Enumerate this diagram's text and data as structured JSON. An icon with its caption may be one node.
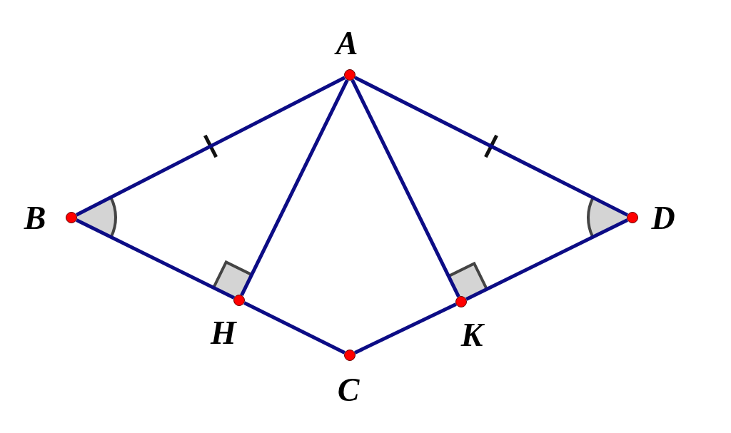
{
  "diagram": {
    "nodes": [
      {
        "text": [
          "A"
        ]
      },
      {
        "text": [
          "B"
        ]
      },
      {
        "text": [
          "D"
        ]
      },
      {
        "text": [
          "H"
        ]
      },
      {
        "text": [
          "K"
        ]
      },
      {
        "text": [
          "C"
        ]
      }
    ],
    "edges": [
      {
        "from": 0,
        "to": 1,
        "arrow": "none"
      },
      {
        "from": 0,
        "to": 3,
        "arrow": "none"
      },
      {
        "from": 0,
        "to": 4,
        "arrow": "none"
      },
      {
        "from": 0,
        "to": 2,
        "arrow": "none"
      },
      {
        "from": 1,
        "to": 3,
        "arrow": "none"
      },
      {
        "from": 3,
        "to": 5,
        "arrow": "none"
      },
      {
        "from": 5,
        "to": 4,
        "arrow": "none"
      },
      {
        "from": 4,
        "to": 2,
        "arrow": "none"
      }
    ]
  }
}
